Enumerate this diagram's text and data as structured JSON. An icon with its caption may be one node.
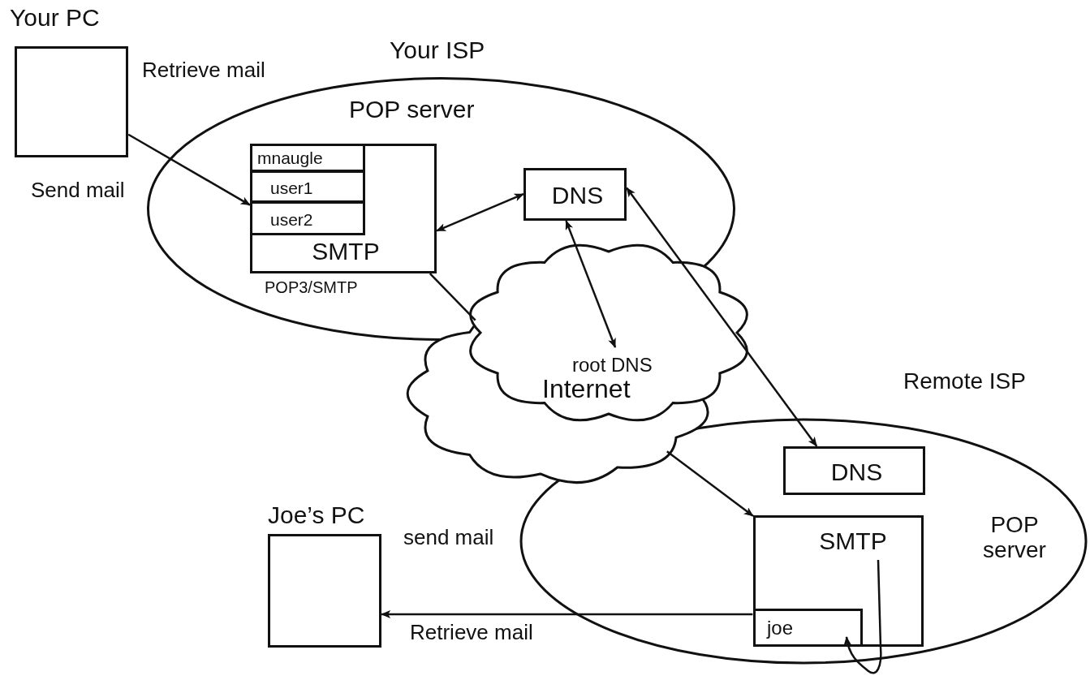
{
  "diagram": {
    "nodes": [
      {
        "text": [
          "Your ISP",
          "POP server"
        ]
      },
      {
        "text": [
          "SMTP"
        ],
        "in": 0
      },
      {
        "text": [
          "mnaugle"
        ],
        "in": 1
      },
      {
        "text": [
          "user1"
        ],
        "in": 1
      },
      {
        "text": [
          "user2"
        ],
        "in": 1
      },
      {
        "text": [
          "DNS"
        ],
        "in": 0
      },
      {
        "text": [
          "Your PC"
        ]
      },
      {
        "text": [
          "root DNS",
          "Internet"
        ]
      },
      {
        "text": [
          "Remote ISP",
          "POP server"
        ]
      },
      {
        "text": [
          "DNS"
        ],
        "in": 8
      },
      {
        "text": [
          "SMTP"
        ],
        "in": 8
      },
      {
        "text": [
          "joe"
        ],
        "in": 10
      },
      {
        "text": [
          "Joe’s PC"
        ]
      }
    ],
    "edges": [
      {
        "from": 6,
        "to": 1,
        "arrow": "to"
      },
      {
        "from": 1,
        "to": 5,
        "arrow": "both"
      },
      {
        "from": 5,
        "to": 7,
        "arrow": "both"
      },
      {
        "from": 5,
        "to": 9,
        "arrow": "both"
      },
      {
        "from": 1,
        "to": 7,
        "arrow": "none"
      },
      {
        "from": 7,
        "to": 10,
        "arrow": "to"
      },
      {
        "from": 11,
        "to": 12,
        "arrow": "to"
      },
      {
        "from": 10,
        "to": 11,
        "arrow": "to"
      }
    ],
    "labels": [
      "Retrieve mail",
      "Send mail",
      "POP3/SMTP",
      "send mail",
      "Retrieve mail"
    ]
  }
}
